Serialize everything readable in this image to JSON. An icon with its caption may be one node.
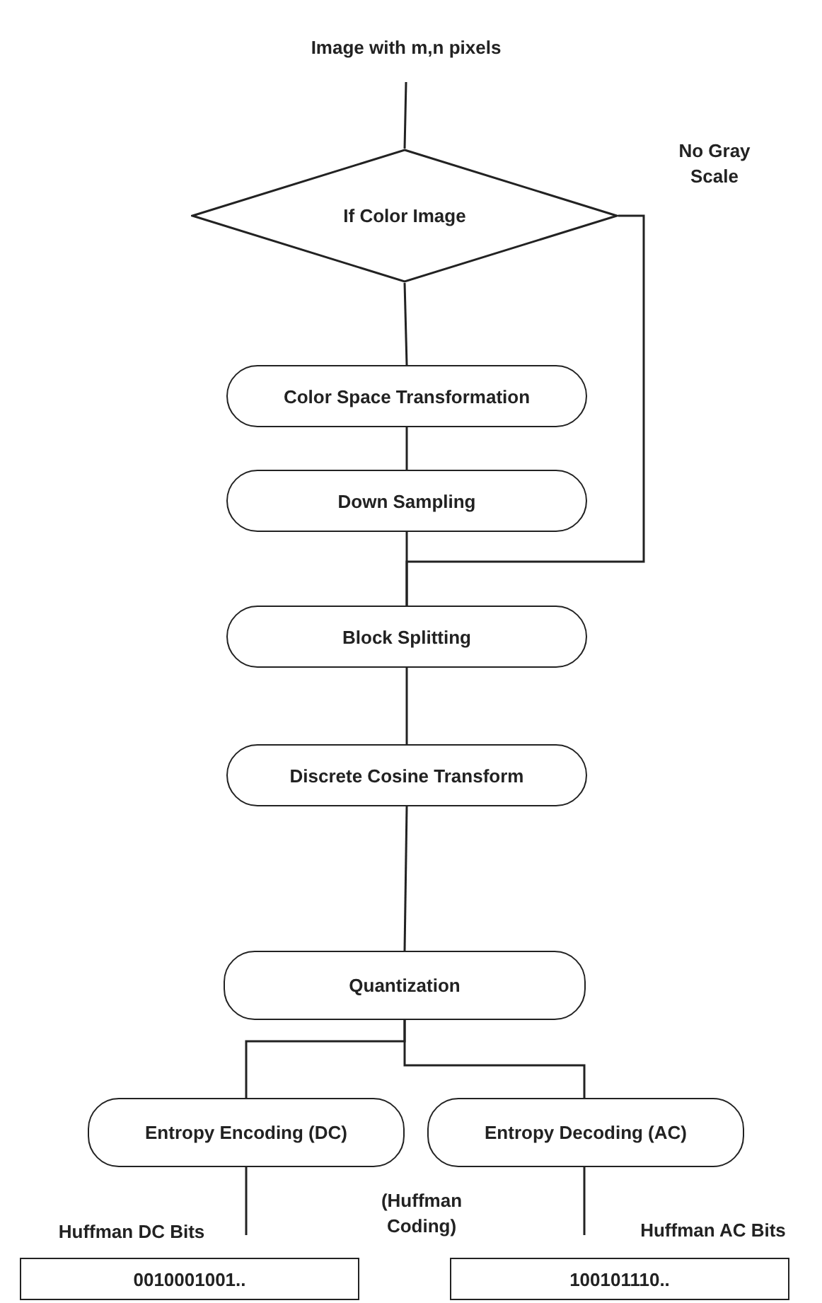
{
  "diagram": {
    "nodes": [
      {
        "text": [
          "Image with m,n pixels"
        ]
      },
      {
        "text": [
          "If Color Image"
        ]
      },
      {
        "text": [
          "Color Space Transformation"
        ]
      },
      {
        "text": [
          "Down Sampling"
        ]
      },
      {
        "text": [
          "Block Splitting"
        ]
      },
      {
        "text": [
          "Discrete Cosine Transform"
        ]
      },
      {
        "text": [
          "Quantization"
        ]
      },
      {
        "text": [
          "Entropy Encoding (DC)"
        ]
      },
      {
        "text": [
          "Entropy Decoding (AC)"
        ]
      },
      {
        "text": [
          "0010001001.."
        ],
        "beside": [
          "Huffman DC Bits"
        ]
      },
      {
        "text": [
          "100101110.."
        ],
        "beside": [
          "Huffman AC Bits"
        ]
      }
    ],
    "edges": [
      {
        "from": 0,
        "to": 1,
        "arrow": "none"
      },
      {
        "from": 1,
        "to": 2,
        "arrow": "none"
      },
      {
        "from": 2,
        "to": 3,
        "arrow": "none"
      },
      {
        "from": 3,
        "to": 4,
        "arrow": "none"
      },
      {
        "from": 1,
        "to": 4,
        "arrow": "none"
      },
      {
        "from": 4,
        "to": 5,
        "arrow": "none"
      },
      {
        "from": 5,
        "to": 6,
        "arrow": "none"
      },
      {
        "from": 6,
        "to": 7,
        "arrow": "none"
      },
      {
        "from": 6,
        "to": 8,
        "arrow": "none"
      },
      {
        "from": 7,
        "to": null,
        "arrow": "none"
      },
      {
        "from": 8,
        "to": null,
        "arrow": "none"
      }
    ],
    "labels": [
      "No Gray Scale",
      "(Huffman Coding)"
    ]
  }
}
